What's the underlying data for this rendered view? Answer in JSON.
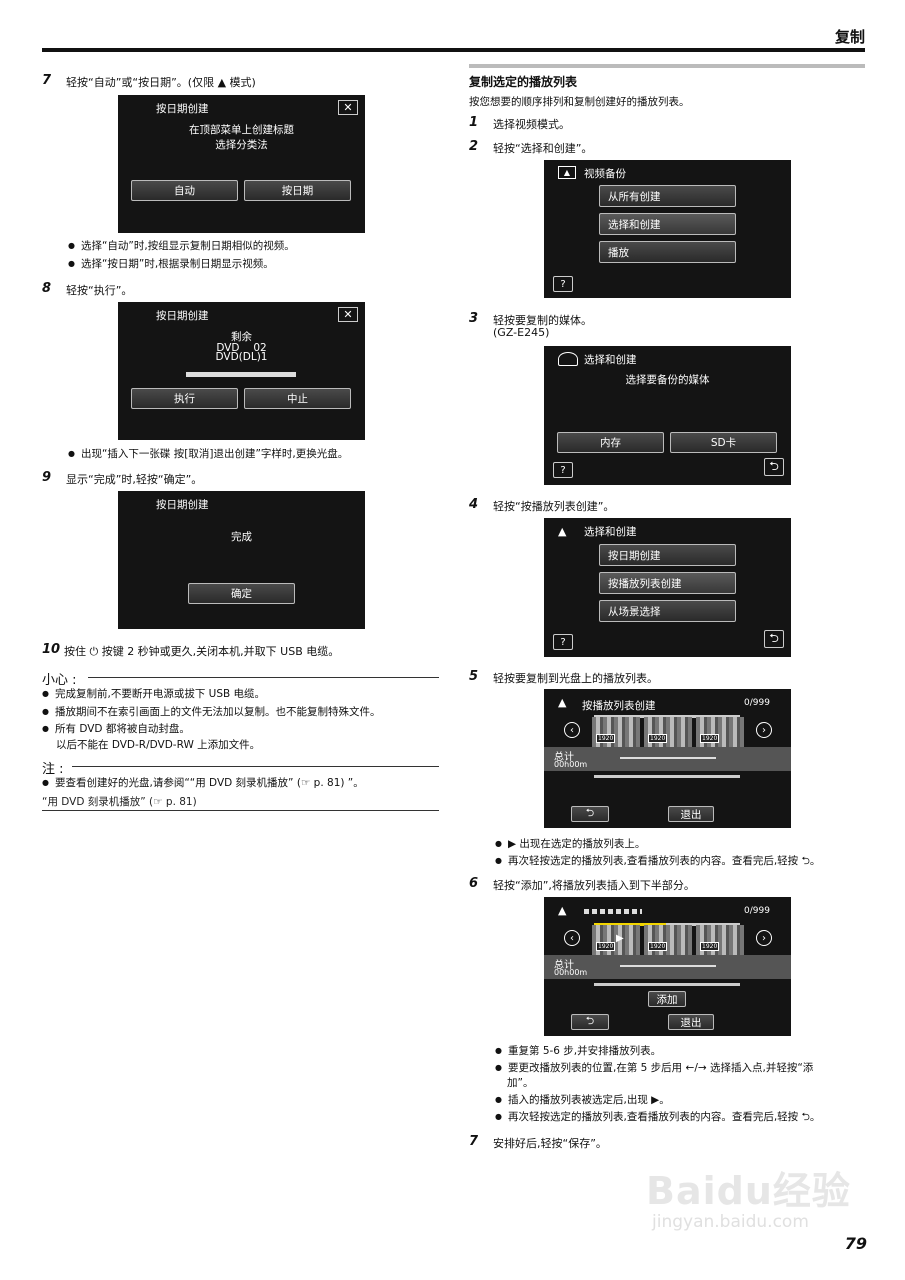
{
  "header": {
    "title": "复制",
    "page_number": "79"
  },
  "left": {
    "step7": {
      "num": "7",
      "text": "轻按“自动”或“按日期”。(仅限 ▲ 模式)",
      "screen": {
        "title": "按日期创建",
        "line1": "在顶部菜单上创建标题",
        "line2": "选择分类法",
        "btn_auto": "自动",
        "btn_date": "按日期",
        "close": "✕"
      },
      "bullets": [
        "选择“自动”时,按组显示复制日期相似的视频。",
        "选择“按日期”时,根据录制日期显示视频。"
      ]
    },
    "step8": {
      "num": "8",
      "text": "轻按“执行”。",
      "screen": {
        "title": "按日期创建",
        "line1": "剩余",
        "line2": "DVD　 02",
        "line3": "DVD(DL)1",
        "btn_exec": "执行",
        "btn_stop": "中止",
        "close": "✕"
      },
      "bullets": [
        "出现“插入下一张碟 按[取消]退出创建”字样时,更换光盘。"
      ]
    },
    "step9": {
      "num": "9",
      "text": "显示“完成”时,轻按“确定”。",
      "screen": {
        "title": "按日期创建",
        "line1": "完成",
        "btn_ok": "确定"
      }
    },
    "step10": {
      "num": "10",
      "text": "按住 ⏻ 按键 2 秒钟或更久,关闭本机,并取下 USB 电缆。"
    },
    "caution": {
      "heading": "小心 :",
      "bullets": [
        "完成复制前,不要断开电源或拔下 USB 电缆。",
        "播放期间不在索引画面上的文件无法加以复制。也不能复制特殊文件。",
        "所有 DVD 都将被自动封盘。"
      ],
      "extra": "以后不能在 DVD-R/DVD-RW 上添加文件。"
    },
    "note": {
      "heading": "注 :",
      "bullets": [
        "要查看创建好的光盘,请参阅““用 DVD 刻录机播放” (☞ p. 81) ”。"
      ],
      "link": "“用 DVD 刻录机播放” (☞ p. 81)"
    }
  },
  "right": {
    "section_title": "复制选定的播放列表",
    "section_intro": "按您想要的顺序排列和复制创建好的播放列表。",
    "step1": {
      "num": "1",
      "text": "选择视频模式。"
    },
    "step2": {
      "num": "2",
      "text": "轻按“选择和创建”。",
      "screen": {
        "title": "视频备份",
        "items": [
          "从所有创建",
          "选择和创建",
          "播放"
        ],
        "help": "?"
      }
    },
    "step3": {
      "num": "3",
      "text": "轻按要复制的媒体。",
      "model": "(GZ-E245)",
      "screen": {
        "title": "选择和创建",
        "line1": "选择要备份的媒体",
        "btn_mem": "内存",
        "btn_sd": "SD卡",
        "help": "?",
        "back": "⮌"
      }
    },
    "step4": {
      "num": "4",
      "text": "轻按“按播放列表创建”。",
      "screen": {
        "title": "选择和创建",
        "items": [
          "按日期创建",
          "按播放列表创建",
          "从场景选择"
        ],
        "help": "?",
        "back": "⮌"
      }
    },
    "step5": {
      "num": "5",
      "text": "轻按要复制到光盘上的播放列表。",
      "screen": {
        "title": "按播放列表创建",
        "count": "0/999",
        "total_label": "总计",
        "total_time": "00h00m",
        "btn_exit": "退出",
        "back": "⮌",
        "tags": [
          "1920",
          "1920",
          "1920"
        ]
      },
      "bullets": [
        "▶ 出现在选定的播放列表上。",
        "再次轻按选定的播放列表,查看播放列表的内容。查看完后,轻按 ⮌。"
      ]
    },
    "step6": {
      "num": "6",
      "text": "轻按“添加”,将播放列表插入到下半部分。",
      "screen": {
        "count": "0/999",
        "total_label": "总计",
        "total_time": "00h00m",
        "btn_add": "添加",
        "btn_exit": "退出",
        "back": "⮌",
        "tags": [
          "1920",
          "1920",
          "1920"
        ]
      },
      "bullets": [
        "重复第 5-6 步,并安排播放列表。",
        "要更改播放列表的位置,在第 5 步后用 ←/→ 选择插入点,并轻按“添",
        "插入的播放列表被选定后,出现 ▶。",
        "再次轻按选定的播放列表,查看播放列表的内容。查看完后,轻按 ⮌。"
      ],
      "bullet2_cont": "加”。"
    },
    "step7": {
      "num": "7",
      "text": "安排好后,轻按“保存”。"
    }
  },
  "watermark": {
    "brand": "Baidu经验",
    "url": "jingyan.baidu.com"
  }
}
